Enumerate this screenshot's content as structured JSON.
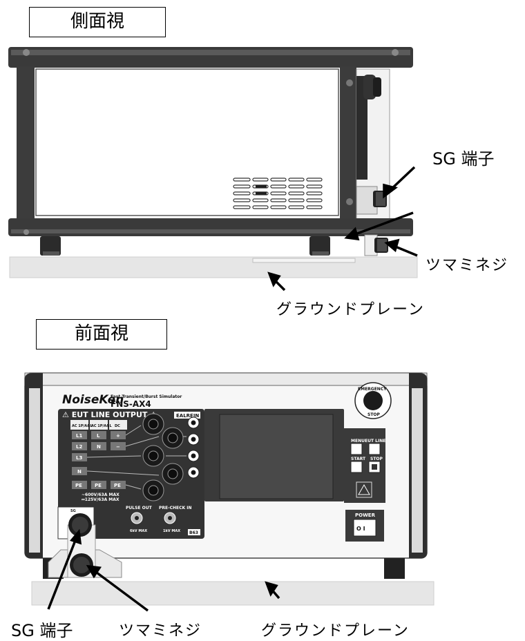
{
  "titles": {
    "side": "側面視",
    "front": "前面視"
  },
  "side_labels": {
    "sg": "SG 端子",
    "knob": "ツマミネジ",
    "ground": "グラウンドプレーン"
  },
  "front_labels": {
    "sg": "SG 端子",
    "knob": "ツマミネジ",
    "ground": "グラウンドプレーン"
  },
  "device": {
    "brand": "NoiseKen",
    "subtitle": "Fast Transient/Burst Simulator",
    "model": "FNS-AX4",
    "panel_title": "⚠ EUT LINE OUTPUT ⚠",
    "ealrein": "EALREIN",
    "col_headers": [
      "AC 1P/A&L",
      "AC 1P/A&L",
      "DC"
    ],
    "rows": [
      [
        "L1",
        "L",
        "+"
      ],
      [
        "L2",
        "N",
        "−"
      ],
      [
        "L3",
        "",
        ""
      ],
      [
        "N",
        "",
        ""
      ],
      [
        "PE",
        "PE",
        "PE"
      ]
    ],
    "ratings": [
      "~600V/63A MAX",
      "⎓125V/63A MAX"
    ],
    "sg_small": "SG",
    "pulse_out": "PULSE OUT",
    "pulse_max": "6kV MAX",
    "precheck": "PRE-CHECK IN",
    "precheck_max": "1kV MAX",
    "badge": "B63",
    "emergency_top": "EMERGENCY",
    "emergency_bottom": "STOP",
    "btn_menu": "MENU",
    "btn_eut": "EUT LINE",
    "btn_start": "START",
    "btn_stop": "STOP",
    "power": "POWER",
    "power_switch": "O  I"
  }
}
